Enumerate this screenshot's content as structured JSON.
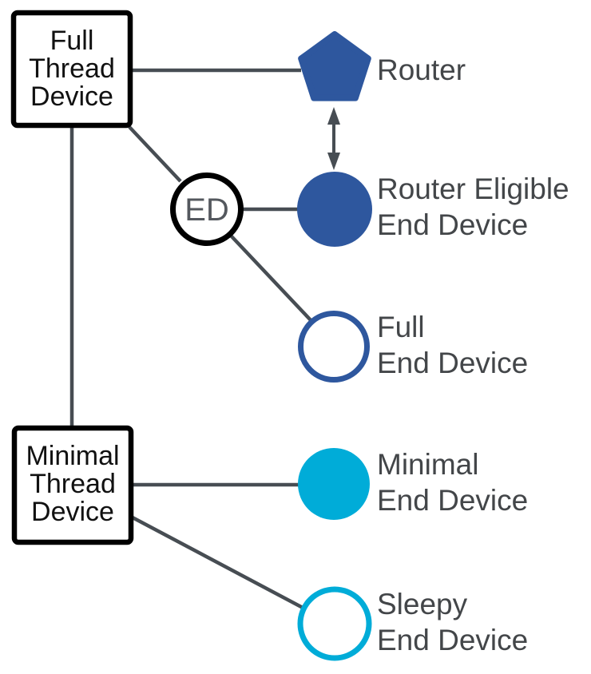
{
  "diagram": {
    "colors": {
      "navy": "#2E579E",
      "cyan": "#00ACD8",
      "connector": "#474D53",
      "label_text": "#434649",
      "box_border": "#000000",
      "ed_text": "#54585E"
    },
    "boxes": [
      {
        "name": "full-thread-device",
        "lines": [
          "Full",
          "Thread",
          "Device"
        ]
      },
      {
        "name": "minimal-thread-device",
        "lines": [
          "Minimal",
          "Thread",
          "Device"
        ]
      }
    ],
    "ed_badge": {
      "label": "ED"
    },
    "devices": [
      {
        "name": "router",
        "shape": "pentagon",
        "label_lines": [
          "Router"
        ]
      },
      {
        "name": "router-eligible-end-device",
        "shape": "filled-circle",
        "label_lines": [
          "Router Eligible",
          "End Device"
        ]
      },
      {
        "name": "full-end-device",
        "shape": "outline-circle",
        "label_lines": [
          "Full",
          "End Device"
        ]
      },
      {
        "name": "minimal-end-device",
        "shape": "filled-circle",
        "label_lines": [
          "Minimal",
          "End Device"
        ]
      },
      {
        "name": "sleepy-end-device",
        "shape": "outline-circle",
        "label_lines": [
          "Sleepy",
          "End Device"
        ]
      }
    ]
  }
}
